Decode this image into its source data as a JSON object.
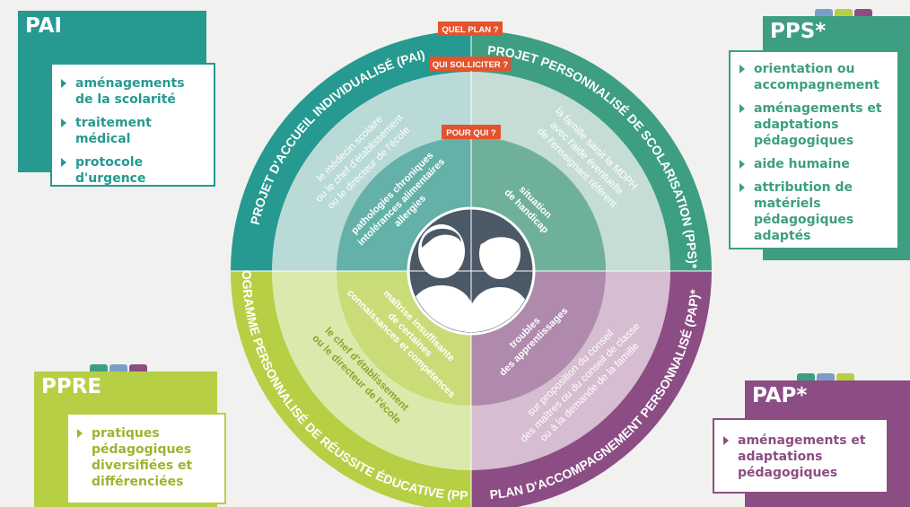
{
  "colors": {
    "teal": "#269991",
    "teal_light": "#b9dad6",
    "green": "#3d9e82",
    "green_light": "#c5ddd4",
    "lime": "#b7cf45",
    "lime_light": "#dce9ad",
    "purple": "#8c4d84",
    "purple_light": "#d6bdd1",
    "red_tag": "#e4532d",
    "center": "#4b5966"
  },
  "tags": {
    "quel_plan": "QUEL PLAN ?",
    "qui_solliciter": "QUI SOLLICITER ?",
    "pour_qui": "POUR QUI ?"
  },
  "quadrants": {
    "pai": {
      "plan": "PROJET D'ACCUEIL INDIVIDUALISÉ (PAI)",
      "qui": [
        "le médecin scolaire",
        "ou le chef d'établissement",
        "ou le directeur de l'école"
      ],
      "pour": [
        "pathologies chroniques",
        "intolérances alimentaires",
        "allergies"
      ]
    },
    "pps": {
      "plan": "PROJET PERSONNALISÉ DE SCOLARISATION (PPS)*",
      "qui": [
        "la famille saisit la MDPH",
        "avec l'aide éventuelle",
        "de l'enseignant référent"
      ],
      "pour": [
        "situation",
        "de handicap"
      ]
    },
    "ppre": {
      "plan": "PROGRAMME PERSONNALISÉ DE RÉUSSITE ÉDUCATIVE (PPRE)",
      "qui": [
        "le chef d'établissement",
        "ou le directeur de l'école"
      ],
      "pour": [
        "maîtrise insuffisante",
        "de certaines",
        "connaissances et compétences"
      ]
    },
    "pap": {
      "plan": "PLAN D'ACCOMPAGNEMENT PERSONNALISÉ (PAP)*",
      "qui": [
        "sur proposition du conseil",
        "des maîtres ou du conseil de classe",
        "ou à la demande de la famille"
      ],
      "pour": [
        "troubles",
        "des apprentissages"
      ]
    }
  },
  "cards": {
    "pai": {
      "title": "PAI",
      "items": [
        "aménagements de la scolarité",
        "traitement médical",
        "protocole d'urgence"
      ]
    },
    "pps": {
      "title": "PPS*",
      "items": [
        "orientation ou accompagnement",
        "aménagements et adaptations pédagogiques",
        "aide humaine",
        "attribution de matériels pédagogiques adaptés"
      ]
    },
    "ppre": {
      "title": "PPRE",
      "items": [
        "pratiques pédagogiques diversifiées et différenciées"
      ]
    },
    "pap": {
      "title": "PAP*",
      "items": [
        "aménagements et adaptations pédagogiques"
      ]
    }
  }
}
